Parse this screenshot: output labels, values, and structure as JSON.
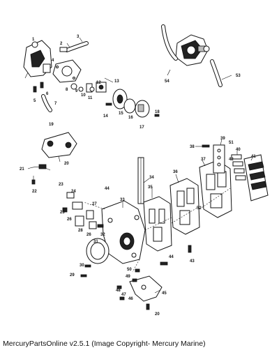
{
  "caption": "MercuryPartsOnline v2.5.1 (Image Copyright- Mercury Marine)",
  "part_numbers": [
    "1",
    "2",
    "3",
    "4",
    "5",
    "6",
    "7",
    "8",
    "9",
    "10",
    "11",
    "12",
    "13",
    "14",
    "15",
    "16",
    "17",
    "18",
    "19",
    "20",
    "21",
    "22",
    "23",
    "24",
    "25",
    "26",
    "27",
    "28",
    "29",
    "30",
    "31",
    "32",
    "33",
    "34",
    "35",
    "36",
    "37",
    "38",
    "39",
    "40",
    "41",
    "42",
    "43",
    "44",
    "45",
    "46",
    "47",
    "48",
    "49",
    "50",
    "51",
    "52",
    "53",
    "54"
  ],
  "labels": {
    "p1": "1",
    "p2": "2",
    "p3": "3",
    "p4": "4",
    "p5": "5",
    "p6": "6",
    "p7": "7",
    "p8": "8",
    "p9": "9",
    "p10": "10",
    "p11": "11",
    "p12": "12",
    "p13": "13",
    "p14": "14",
    "p15": "15",
    "p16": "16",
    "p17": "17",
    "p18": "18",
    "p19": "19",
    "p20a": "20",
    "p20b": "20",
    "p21": "21",
    "p22": "22",
    "p23": "23",
    "p24": "24",
    "p25": "25",
    "p26a": "26",
    "p26b": "26",
    "p27": "27",
    "p28": "28",
    "p29": "29",
    "p30": "30",
    "p31": "31",
    "p32": "32",
    "p33": "33",
    "p34": "34",
    "p35": "35",
    "p36": "36",
    "p37": "37",
    "p38": "38",
    "p39": "39",
    "p40": "40",
    "p41": "41",
    "p42": "42",
    "p43": "43",
    "p44": "44",
    "p45": "45",
    "p46": "46",
    "p47": "47",
    "p48": "48",
    "p49": "49",
    "p50": "50",
    "p51": "51",
    "p52": "52",
    "p53": "53",
    "p54": "54"
  }
}
